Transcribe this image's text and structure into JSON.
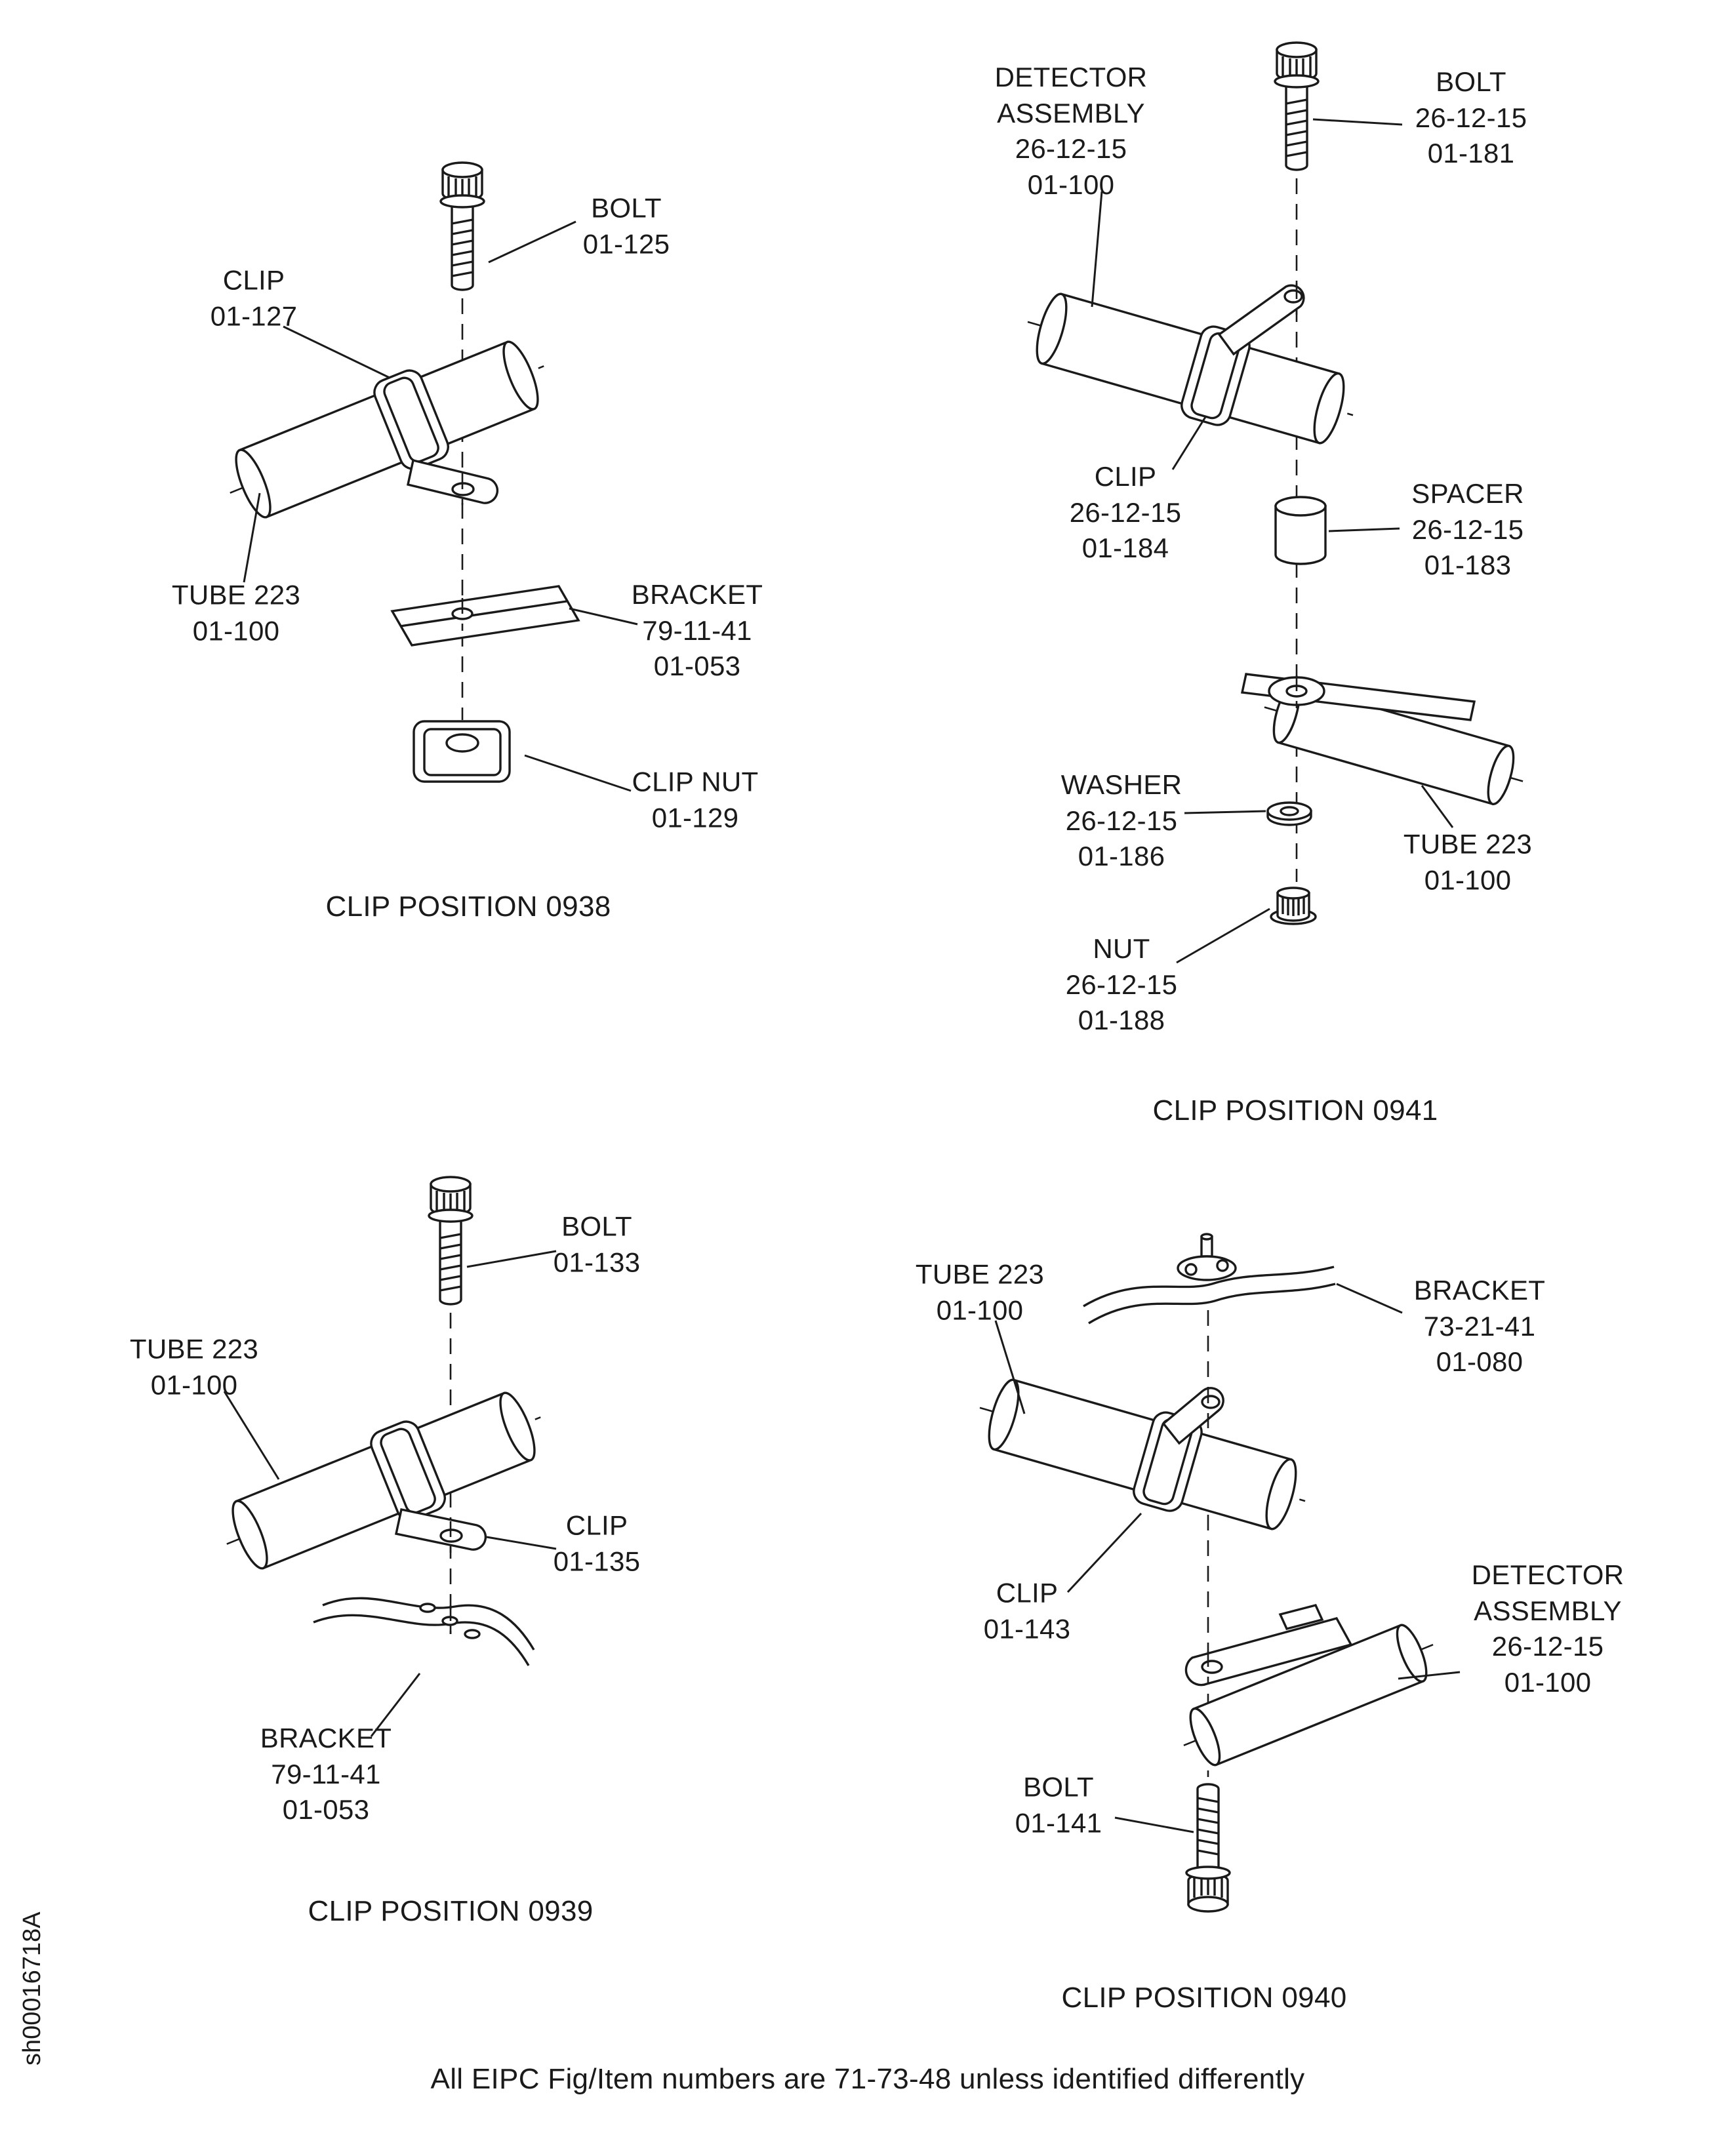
{
  "page": {
    "sheet_id": "sh00016718A",
    "footer_note": "All EIPC Fig/Item numbers are 71-73-48 unless identified differently",
    "background": "#ffffff",
    "line_color": "#1a1a1a"
  },
  "figures": {
    "fig0938": {
      "caption": "CLIP POSITION 0938",
      "labels": {
        "bolt": "BOLT\n01-125",
        "clip": "CLIP\n01-127",
        "tube": "TUBE 223\n01-100",
        "bracket": "BRACKET\n79-11-41\n01-053",
        "clip_nut": "CLIP NUT\n01-129"
      }
    },
    "fig0941": {
      "caption": "CLIP POSITION 0941",
      "labels": {
        "detector_assembly": "DETECTOR\nASSEMBLY\n26-12-15\n01-100",
        "bolt": "BOLT\n26-12-15\n01-181",
        "clip": "CLIP\n26-12-15\n01-184",
        "spacer": "SPACER\n26-12-15\n01-183",
        "washer": "WASHER\n26-12-15\n01-186",
        "tube": "TUBE 223\n01-100",
        "nut": "NUT\n26-12-15\n01-188"
      }
    },
    "fig0939": {
      "caption": "CLIP POSITION 0939",
      "labels": {
        "bolt": "BOLT\n01-133",
        "tube": "TUBE 223\n01-100",
        "clip": "CLIP\n01-135",
        "bracket": "BRACKET\n79-11-41\n01-053"
      }
    },
    "fig0940": {
      "caption": "CLIP POSITION 0940",
      "labels": {
        "tube": "TUBE 223\n01-100",
        "bracket": "BRACKET\n73-21-41\n01-080",
        "clip": "CLIP\n01-143",
        "detector_assembly": "DETECTOR\nASSEMBLY\n26-12-15\n01-100",
        "bolt": "BOLT\n01-141"
      }
    }
  }
}
